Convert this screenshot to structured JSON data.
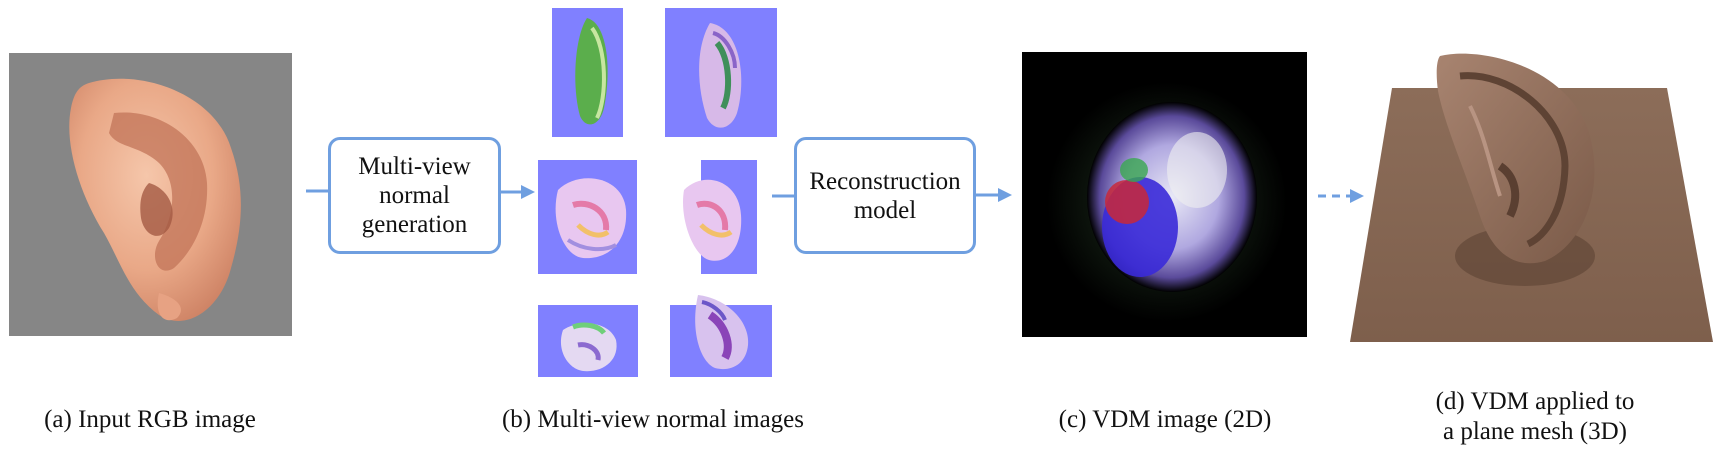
{
  "stages": {
    "multiview_box": [
      "Multi-view",
      "normal",
      "generation"
    ],
    "reconstruction_box": [
      "Reconstruction",
      "model"
    ]
  },
  "captions": {
    "a": "(a) Input RGB image",
    "b": "(b) Multi-view normal images",
    "c": "(c) VDM image (2D)",
    "d_line1": "(d) VDM applied to",
    "d_line2": "a plane mesh (3D)"
  },
  "colors": {
    "arrow": "#6f9fe0",
    "normal_bg": "#8080ff",
    "input_bg": "#868686",
    "vdm_bg": "#000000",
    "plane": "#8a6a56"
  }
}
